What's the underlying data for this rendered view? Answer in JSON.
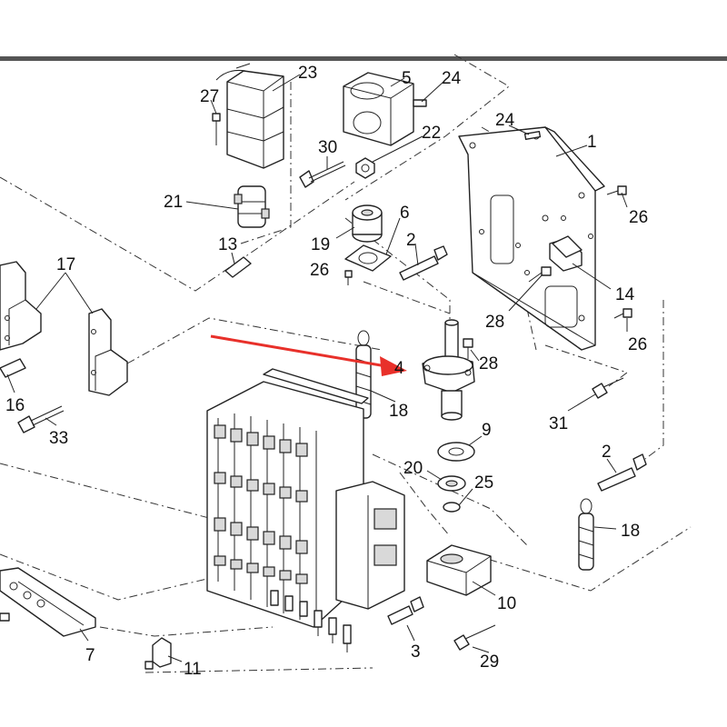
{
  "diagram": {
    "callouts": [
      "1",
      "2",
      "2",
      "3",
      "4",
      "5",
      "6",
      "7",
      "9",
      "10",
      "11",
      "13",
      "14",
      "16",
      "17",
      "18",
      "18",
      "19",
      "20",
      "21",
      "22",
      "23",
      "24",
      "24",
      "25",
      "26",
      "26",
      "26",
      "27",
      "28",
      "28",
      "29",
      "30",
      "31",
      "33"
    ],
    "highlighted_part": "4",
    "colors": {
      "arrow": "#e8302a",
      "line": "#222222",
      "background": "#ffffff"
    }
  }
}
